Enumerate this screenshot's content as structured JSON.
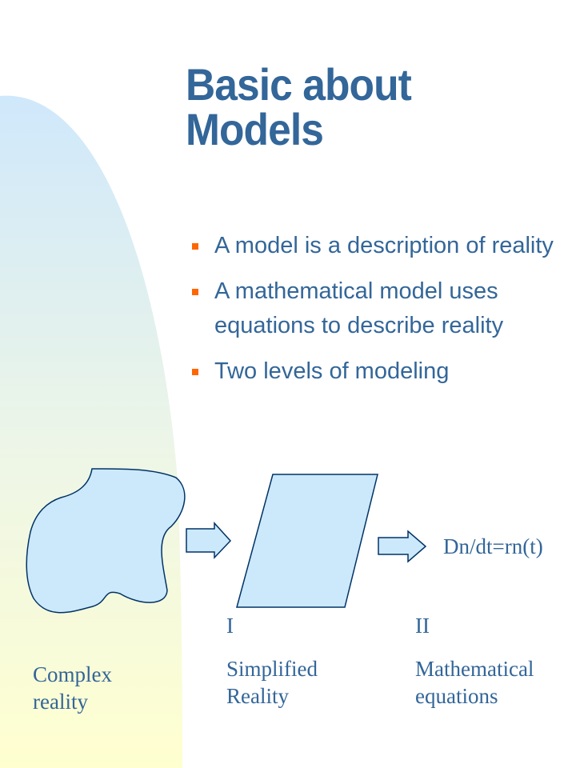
{
  "title": {
    "line1": "Basic about",
    "line2": "Models"
  },
  "bullets": [
    {
      "text": "A model is a description of reality"
    },
    {
      "text": "A mathematical model uses equations to describe reality"
    },
    {
      "text": "Two levels of modeling"
    }
  ],
  "diagram": {
    "equation": "Dn/dt=rn(t)",
    "level1": {
      "numeral": "I",
      "line1": "Simplified",
      "line2": "Reality"
    },
    "level2": {
      "numeral": "II",
      "line1": "Mathematical",
      "line2": "equations"
    },
    "complex": {
      "line1": "Complex",
      "line2": "reality"
    }
  },
  "colors": {
    "text": "#336699",
    "bullet": "#ff6600",
    "shape_fill": "#cce8fb",
    "gradient_top": "#cfe8fb",
    "gradient_bottom": "#ffffd0"
  }
}
